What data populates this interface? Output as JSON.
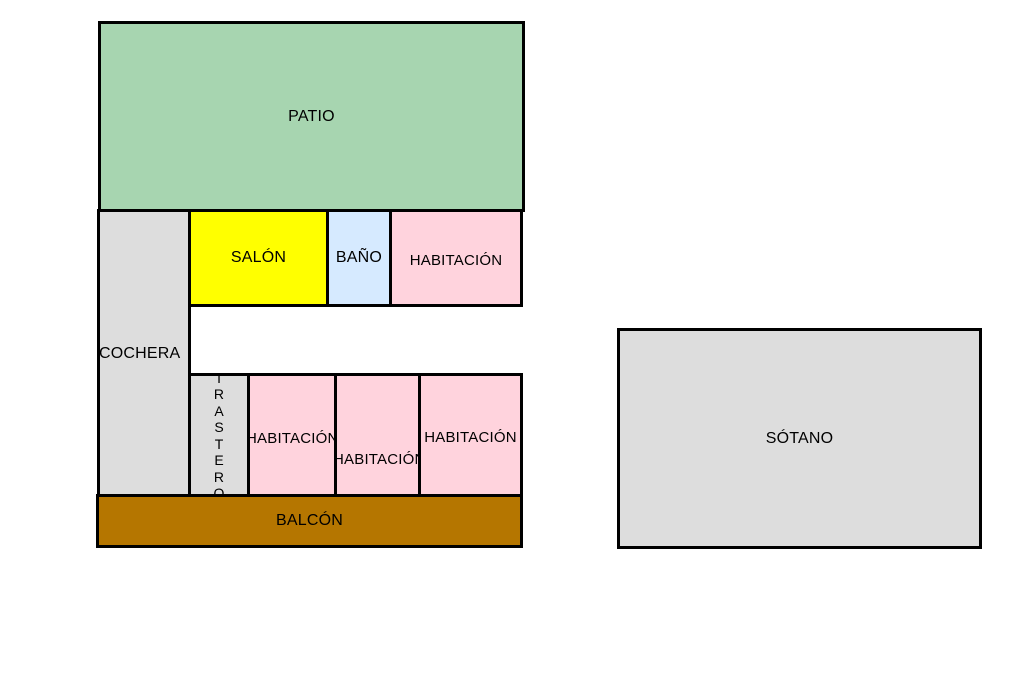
{
  "floorplan": {
    "rooms": {
      "patio": {
        "label": "PATIO",
        "color": "#a7d5b0"
      },
      "cochera": {
        "label": "COCHERA",
        "color": "#dddddd"
      },
      "salon": {
        "label": "SALÓN",
        "color": "#ffff00"
      },
      "bano": {
        "label": "BAÑO",
        "color": "#d6eaff"
      },
      "habitacion_top": {
        "label": "HABITACIÓN",
        "color": "#ffd3dd"
      },
      "trastero": {
        "label": "TRASTERO",
        "color": "#dddddd"
      },
      "habitacion_1": {
        "label": "HABITACIÓN",
        "color": "#ffd3dd"
      },
      "habitacion_2": {
        "label": "HABITACIÓN",
        "color": "#ffd3dd"
      },
      "habitacion_3": {
        "label": "HABITACIÓN",
        "color": "#ffd3dd"
      },
      "balcon": {
        "label": "BALCÓN",
        "color": "#b57600"
      },
      "sotano": {
        "label": "SÓTANO",
        "color": "#dddddd"
      }
    },
    "line_color": "#000000"
  }
}
